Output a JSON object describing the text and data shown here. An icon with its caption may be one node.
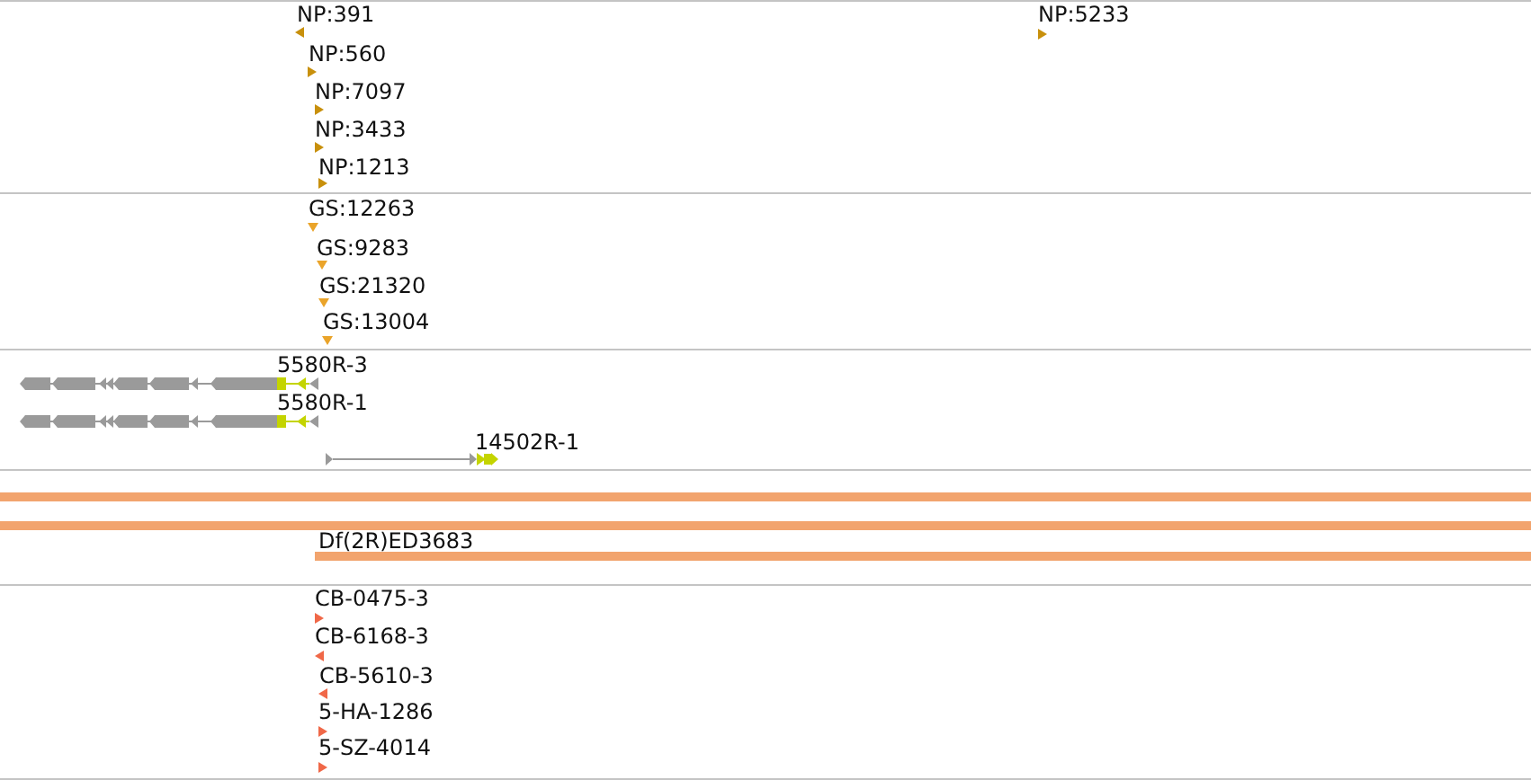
{
  "diagram": {
    "labels": [
      "NP:391",
      "NP:5233",
      "NP:560",
      "NP:7097",
      "NP:3433",
      "NP:1213",
      "GS:12263",
      "GS:9283",
      "GS:21320",
      "GS:13004",
      "5580R-3",
      "5580R-1",
      "14502R-1",
      "Df(2R)ED3683",
      "CB-0475-3",
      "CB-6168-3",
      "CB-5610-3",
      "5-HA-1286",
      "5-SZ-4014"
    ]
  }
}
